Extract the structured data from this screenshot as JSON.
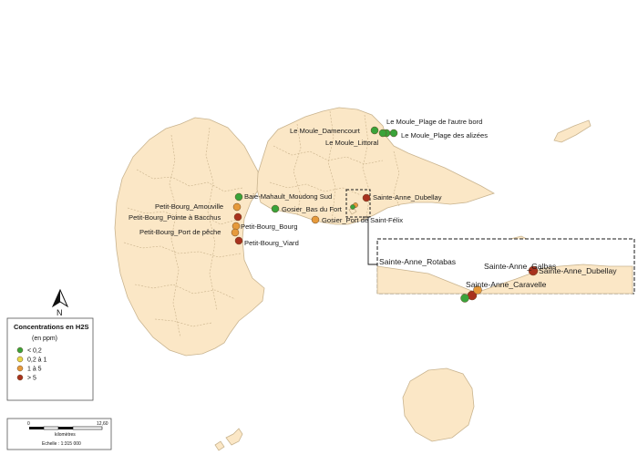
{
  "colors": {
    "green": "#3aa33a",
    "yellow": "#e8d84a",
    "orange": "#e69a3c",
    "red": "#a8321e",
    "land": "#fbe7c6"
  },
  "sites": [
    {
      "id": "le-moule-damencourt",
      "label": "Le Moule_Damencourt",
      "class": "green"
    },
    {
      "id": "le-moule-plage-autre-bord",
      "label": "Le Moule_Plage de l'autre bord",
      "class": "green"
    },
    {
      "id": "le-moule-plage-alizees",
      "label": "Le Moule_Plage des alizées",
      "class": "green"
    },
    {
      "id": "le-moule-littoral",
      "label": "Le Moule_Littoral",
      "class": "green"
    },
    {
      "id": "baie-mahault-moudong-sud",
      "label": "Baie-Mahault_Moudong Sud",
      "class": "green"
    },
    {
      "id": "petit-bourg-amouville",
      "label": "Petit-Bourg_Amouville",
      "class": "orange"
    },
    {
      "id": "petit-bourg-pointe-bacchus",
      "label": "Petit-Bourg_Pointe à Bacchus",
      "class": "red"
    },
    {
      "id": "petit-bourg-bourg",
      "label": "Petit-Bourg_Bourg",
      "class": "orange"
    },
    {
      "id": "petit-bourg-port-peche",
      "label": "Petit-Bourg_Port de pêche",
      "class": "orange"
    },
    {
      "id": "petit-bourg-viard",
      "label": "Petit-Bourg_Viard",
      "class": "red"
    },
    {
      "id": "gosier-bas-du-fort",
      "label": "Gosier_Bas du Fort",
      "class": "green"
    },
    {
      "id": "gosier-port-saint-felix",
      "label": "Gosier_Port de Saint-Félix",
      "class": "orange"
    },
    {
      "id": "sainte-anne-dubellay",
      "label": "Sainte-Anne_Dubellay",
      "class": "red"
    }
  ],
  "inset_sites": [
    {
      "id": "inset-sainte-anne-dubellay",
      "label": "Sainte-Anne_Dubellay",
      "class": "red"
    },
    {
      "id": "inset-sainte-anne-rotabas",
      "label": "Sainte-Anne_Rotabas",
      "class": "red"
    },
    {
      "id": "inset-sainte-anne-galbas",
      "label": "Sainte-Anne_Galbas",
      "class": "orange"
    },
    {
      "id": "inset-sainte-anne-caravelle",
      "label": "Sainte-Anne_Caravelle",
      "class": "green"
    }
  ],
  "legend": {
    "title": "Concentrations en H2S",
    "unit": "(en ppm)",
    "items": [
      {
        "class": "green",
        "label": "< 0,2"
      },
      {
        "class": "yellow",
        "label": "0,2 à 1"
      },
      {
        "class": "orange",
        "label": "1   à 5"
      },
      {
        "class": "red",
        "label": "> 5"
      }
    ]
  },
  "scale": {
    "start": "0",
    "end": "12,60",
    "unit": "kilomètres",
    "ratio": "Echelle : 1:315 000"
  },
  "north_label": "N"
}
